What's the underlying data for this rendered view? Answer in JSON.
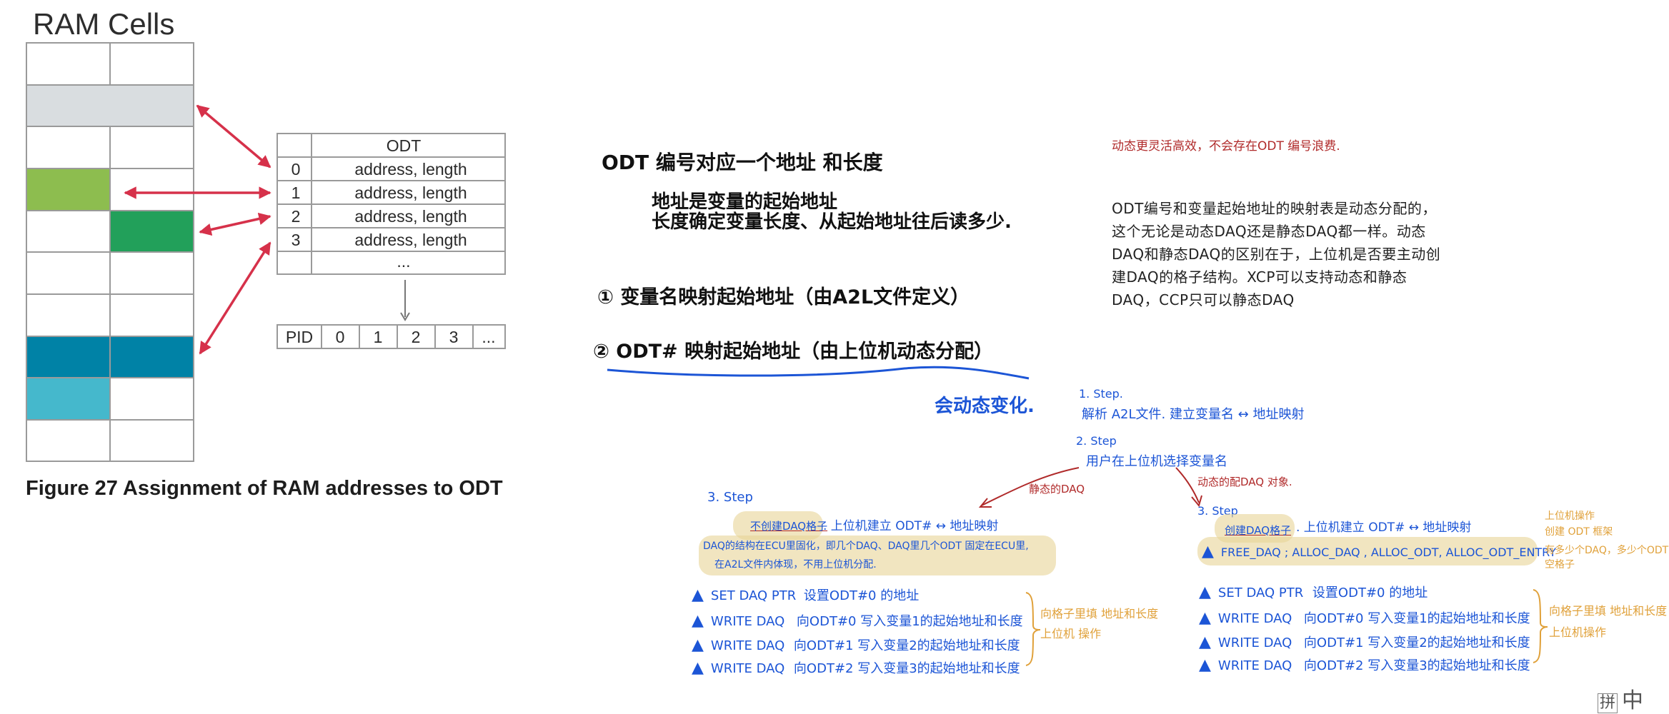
{
  "figure": {
    "title": "RAM Cells",
    "caption": "Figure 27 Assignment of RAM addresses to ODT",
    "odt_table": {
      "header": "ODT",
      "rows": [
        {
          "index": "0",
          "value": "address, length"
        },
        {
          "index": "1",
          "value": "address, length"
        },
        {
          "index": "2",
          "value": "address, length"
        },
        {
          "index": "3",
          "value": "address, length"
        },
        {
          "index": "",
          "value": "..."
        }
      ]
    },
    "pid_row": [
      "PID",
      "0",
      "1",
      "2",
      "3",
      "..."
    ],
    "colors": {
      "grey": "#d9dde0",
      "light_green": "#8dbd4f",
      "green": "#22a05a",
      "teal": "#0082a6",
      "light_teal": "#45b8cc",
      "arrow": "#d6314a",
      "grid": "#9a9a9a"
    }
  },
  "notes": {
    "line1": "ODT 编号对应一个地址 和长度",
    "line2": "地址是变量的起始地址",
    "line3": "长度确定变量长度、从起始地址往后读多少.",
    "item1": "① 变量名映射起始地址（由A2L文件定义）",
    "item2": "② ODT# 映射起始地址（由上位机动态分配）",
    "dynamic_change": "会动态变化.",
    "red_top": "动态更灵活高效，不会存在ODT 编号浪费.",
    "paragraph": "ODT编号和变量起始地址的映射表是动态分配的，这个无论是动态DAQ还是静态DAQ都一样。动态DAQ和静态DAQ的区别在于，上位机是否要主动创建DAQ的格子结构。XCP可以支持动态和静态DAQ，CCP只可以静态DAQ"
  },
  "flow": {
    "step1_label": "1. Step.",
    "step1_text": "解析 A2L文件. 建立变量名 ↔ 地址映射",
    "step2_label": "2. Step",
    "step2_text": "用户在上位机选择变量名",
    "branch_static": "静态的DAQ",
    "branch_dynamic": "动态的配DAQ 对象.",
    "left": {
      "step_label": "3. Step",
      "highlight": "不创建DAQ格子",
      "after": ". 上位机建立 ODT# ↔ 地址映射",
      "note1": "DAQ的结构在ECU里固化，即几个DAQ、DAQ里几个ODT 固定在ECU里,",
      "note2": "在A2L文件内体现，不用上位机分配.",
      "cmds": [
        {
          "cmd": "SET DAQ PTR",
          "desc": "设置ODT#0 的地址"
        },
        {
          "cmd": "WRITE DAQ",
          "desc": "向ODT#0 写入变量1的起始地址和长度"
        },
        {
          "cmd": "WRITE DAQ",
          "desc": "向ODT#1 写入变量2的起始地址和长度"
        },
        {
          "cmd": "WRITE DAQ",
          "desc": "向ODT#2 写入变量3的起始地址和长度"
        }
      ],
      "brace_note1": "向格子里填 地址和长度",
      "brace_note2": "上位机 操作"
    },
    "right": {
      "step_label": "3. Step",
      "highlight": "创建DAQ格子",
      "after": ". 上位机建立 ODT# ↔ 地址映射",
      "alloc": "FREE_DAQ ; ALLOC_DAQ , ALLOC_ODT, ALLOC_ODT_ENTRY",
      "side_note1": "上位机操作",
      "side_note2": "创建 ODT 框架",
      "side_note3": "有多少个DAQ，多少个ODT",
      "side_note4": "空格子",
      "cmds": [
        {
          "cmd": "SET DAQ PTR",
          "desc": "设置ODT#0 的地址"
        },
        {
          "cmd": "WRITE DAQ",
          "desc": "向ODT#0 写入变量1的起始地址和长度"
        },
        {
          "cmd": "WRITE DAQ",
          "desc": "向ODT#1 写入变量2的起始地址和长度"
        },
        {
          "cmd": "WRITE DAQ",
          "desc": "向ODT#2 写入变量3的起始地址和长度"
        }
      ],
      "brace_note1": "向格子里填 地址和长度",
      "brace_note2": "上位机操作"
    }
  },
  "ime": {
    "pinyin_icon": "拼",
    "lang": "中"
  }
}
